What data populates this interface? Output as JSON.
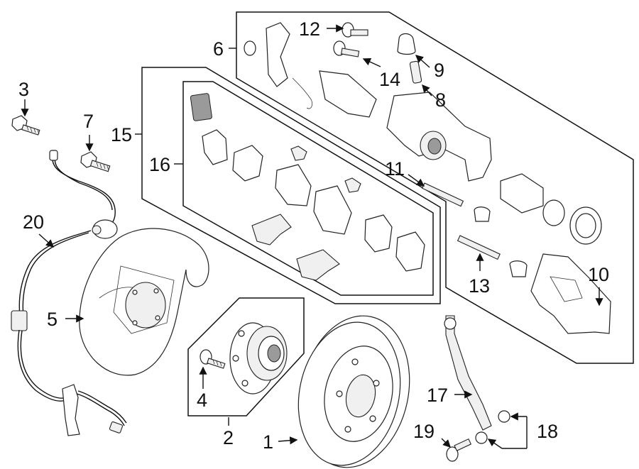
{
  "diagram": {
    "callouts": [
      {
        "id": "c1",
        "label": "1"
      },
      {
        "id": "c2",
        "label": "2"
      },
      {
        "id": "c3",
        "label": "3"
      },
      {
        "id": "c4",
        "label": "4"
      },
      {
        "id": "c5",
        "label": "5"
      },
      {
        "id": "c6",
        "label": "6"
      },
      {
        "id": "c7",
        "label": "7"
      },
      {
        "id": "c8",
        "label": "8"
      },
      {
        "id": "c9",
        "label": "9"
      },
      {
        "id": "c10",
        "label": "10"
      },
      {
        "id": "c11",
        "label": "11"
      },
      {
        "id": "c12",
        "label": "12"
      },
      {
        "id": "c13",
        "label": "13"
      },
      {
        "id": "c14",
        "label": "14"
      },
      {
        "id": "c15",
        "label": "15"
      },
      {
        "id": "c16",
        "label": "16"
      },
      {
        "id": "c17",
        "label": "17"
      },
      {
        "id": "c18",
        "label": "18"
      },
      {
        "id": "c19",
        "label": "19"
      },
      {
        "id": "c20",
        "label": "20"
      }
    ],
    "colors": {
      "line": "#111111",
      "part_fill": "#ffffff",
      "shade": "#9a9a9a",
      "background": "#ffffff"
    }
  }
}
